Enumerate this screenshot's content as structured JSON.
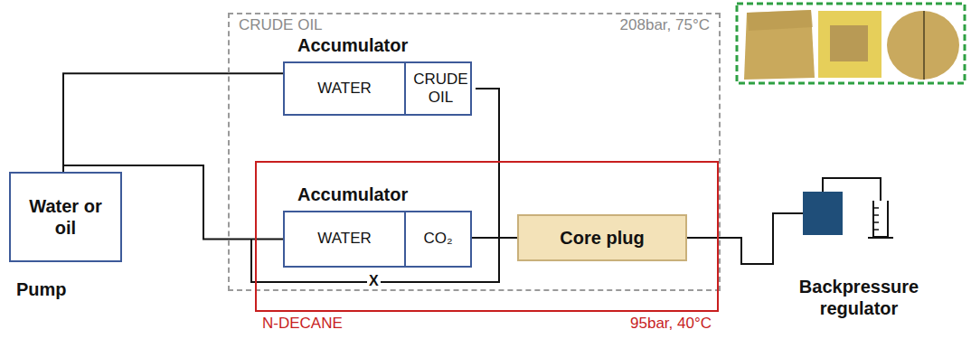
{
  "diagram": {
    "nodes": [
      {
        "text": [
          "Water or oil",
          "Pump"
        ]
      },
      {
        "text": [
          "CRUDE OIL",
          "208bar, 75°C"
        ]
      },
      {
        "text": [
          "Accumulator"
        ],
        "in": 1
      },
      {
        "text": [
          "WATER"
        ],
        "in": 2
      },
      {
        "text": [
          "CRUDE OIL"
        ],
        "in": 2
      },
      {
        "text": [
          "N-DECANE",
          "95bar, 40°C"
        ]
      },
      {
        "text": [
          "Accumulator"
        ],
        "in": 5
      },
      {
        "text": [
          "WATER"
        ],
        "in": 6
      },
      {
        "text": [
          "CO₂"
        ],
        "in": 6
      },
      {
        "text": [
          "Core plug"
        ],
        "in": 5
      },
      {
        "text": [
          "Backpressure regulator"
        ]
      }
    ],
    "edges": [
      {
        "from": 0,
        "to": 3,
        "arrow": "none"
      },
      {
        "from": 0,
        "to": 7,
        "arrow": "none"
      },
      {
        "from": 4,
        "to": 9,
        "arrow": "none"
      },
      {
        "from": 8,
        "to": 9,
        "arrow": "none"
      },
      {
        "from": 9,
        "to": 10,
        "arrow": "none"
      }
    ],
    "labels": [
      "X"
    ]
  }
}
